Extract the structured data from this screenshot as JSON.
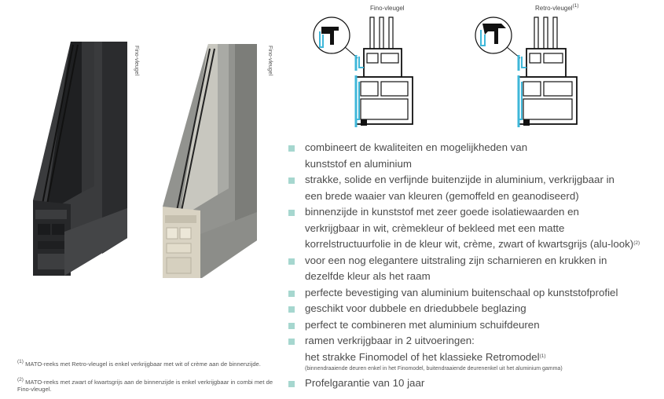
{
  "products": {
    "dark_label": "Fino-vleugel",
    "light_label": "Fino-vleugel"
  },
  "sections": {
    "fino_title": "Fino-vleugel",
    "retro_title": "Retro-vleugel",
    "retro_sup": "(1)"
  },
  "bullets": [
    {
      "lines": [
        "combineert de kwaliteiten en mogelijkheden van",
        "kunststof en aluminium"
      ]
    },
    {
      "lines": [
        "strakke, solide en verfijnde buitenzijde in aluminium, verkrijgbaar in",
        "een brede waaier van kleuren (gemoffeld en geanodiseerd)"
      ]
    },
    {
      "lines": [
        "binnenzijde in kunststof met zeer goede isolatiewaarden en",
        "verkrijgbaar in wit, crèmekleur of bekleed met een matte",
        "korrelstructuurfolie in de kleur wit, crème, zwart of kwartsgrijs (alu-look)"
      ],
      "sup": "(2)"
    },
    {
      "lines": [
        "voor een nog elegantere uitstraling zijn scharnieren en krukken in",
        "dezelfde kleur als het raam"
      ]
    },
    {
      "lines": [
        "perfecte bevestiging van aluminium buitenschaal op kunststofprofiel"
      ]
    },
    {
      "lines": [
        "geschikt voor dubbele en driedubbele beglazing"
      ]
    },
    {
      "lines": [
        "perfect te combineren met aluminium schuifdeuren"
      ]
    },
    {
      "lines": [
        "ramen verkrijgbaar in 2 uitvoeringen:",
        "het strakke Finomodel of het klassieke Retromodel"
      ],
      "sup": "(1)",
      "small": "(binnendraaiende deuren enkel in het Finomodel, buitendraaiende deurenenkel uit het aluminium gamma)"
    },
    {
      "lines": [
        "Profelgarantie van 10 jaar"
      ]
    }
  ],
  "footnotes": [
    {
      "mark": "(1)",
      "text": "MATO-reeks met Retro-vleugel is enkel verkrijgbaar met wit of crème aan de binnenzijde."
    },
    {
      "mark": "(2)",
      "text": "MATO-reeks met zwart of kwartsgrijs aan de binnenzijde is enkel verkrijgbaar in combi met de Fino-vleugel."
    }
  ],
  "colors": {
    "accent": "#a6d7cf",
    "profile_blue": "#3fb7d9",
    "dark_frame": "#2c2d2f",
    "light_frame": "#8f908c"
  }
}
